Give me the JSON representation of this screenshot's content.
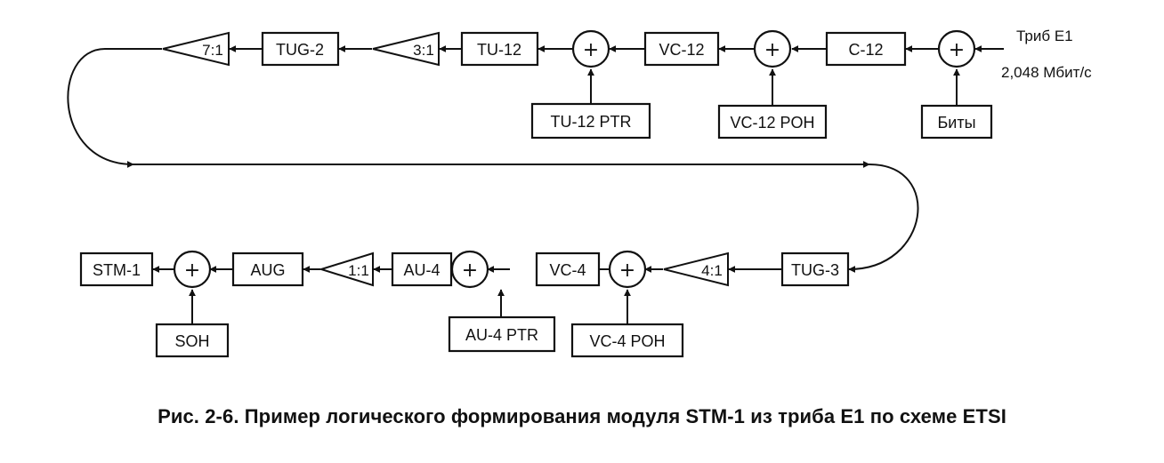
{
  "diagram": {
    "row1": {
      "input_label": "Триб E1",
      "rate_label": "2,048 Мбит/с",
      "c12": "C-12",
      "vc12": "VC-12",
      "tu12": "TU-12",
      "mux_3_1": "3:1",
      "tug2": "TUG-2",
      "mux_7_1": "7:1",
      "bits": "Биты",
      "vc12_poh": "VC-12 POH",
      "tu12_ptr": "TU-12 PTR",
      "sum_symbol": "+"
    },
    "row2": {
      "tug3": "TUG-3",
      "mux_4_1": "4:1",
      "vc4": "VC-4",
      "au4": "AU-4",
      "mux_1_1": "1:1",
      "aug": "AUG",
      "stm1": "STM-1",
      "vc4_poh": "VC-4 POH",
      "au4_ptr": "AU-4 PTR",
      "soh": "SOH",
      "sum_symbol": "+"
    }
  },
  "caption": "Рис. 2-6. Пример логического формирования модуля STM-1 из триба E1 по схеме ETSI"
}
